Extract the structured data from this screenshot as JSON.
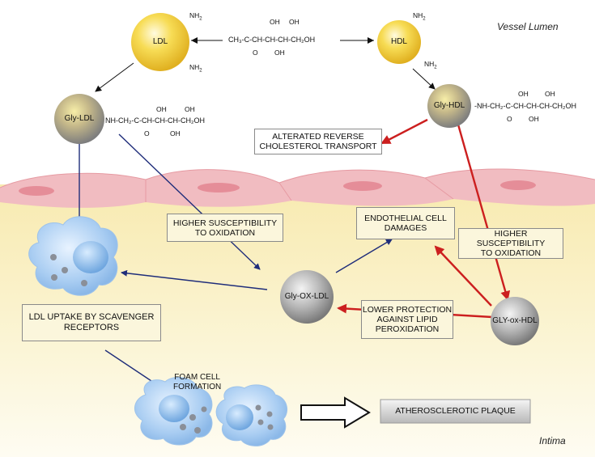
{
  "regions": {
    "lumen": "Vessel Lumen",
    "intima": "Intima"
  },
  "nodes": {
    "ldl": "LDL",
    "hdl": "HDL",
    "gly_ldl": "Gly-LDL",
    "gly_hdl": "Gly-HDL",
    "gly_ox_ldl": "Gly-OX-LDL",
    "gly_ox_hdl": "GLY-ox-HDL",
    "nh2": "NH",
    "nh2_sub": "2"
  },
  "chem": {
    "glucose_main": "CH₃-C-CH-CH-CH-CH₂OH",
    "oh": "OH",
    "o": "O",
    "ldl_adduct": "NH-CH₂-C-CH-CH-CH-CH₂OH",
    "hdl_adduct": "-NH-CH₂-C-CH-CH-CH-CH₂OH"
  },
  "boxes": {
    "reverse_transport": [
      "ALTERATED REVERSE",
      "CHOLESTEROL TRANSPORT"
    ],
    "higher_susc_ldl": [
      "HIGHER SUSCEPTIBILITY",
      "TO OXIDATION"
    ],
    "endothelial": [
      "ENDOTHELIAL CELL",
      "DAMAGES"
    ],
    "higher_susc_hdl": [
      "HIGHER SUSCEPTIBILITY",
      "TO OXIDATION"
    ],
    "ldl_uptake": [
      "LDL UPTAKE BY SCAVENGER",
      "RECEPTORS"
    ],
    "lower_protection": [
      "LOWER PROTECTION",
      "AGAINST LIPID",
      "PEROXIDATION"
    ],
    "foam_cell": [
      "FOAM CELL",
      "FORMATION"
    ],
    "plaque": "ATHEROSCLEROTIC PLAQUE"
  },
  "colors": {
    "blue_arrow": "#1f2d7a",
    "red_arrow": "#cc1f1f",
    "endothelium": "#f2c2c6",
    "intima": "#fbf4c8",
    "ldl_fill": "#f1cc2e",
    "gly_fill": "#9a9a9a"
  }
}
